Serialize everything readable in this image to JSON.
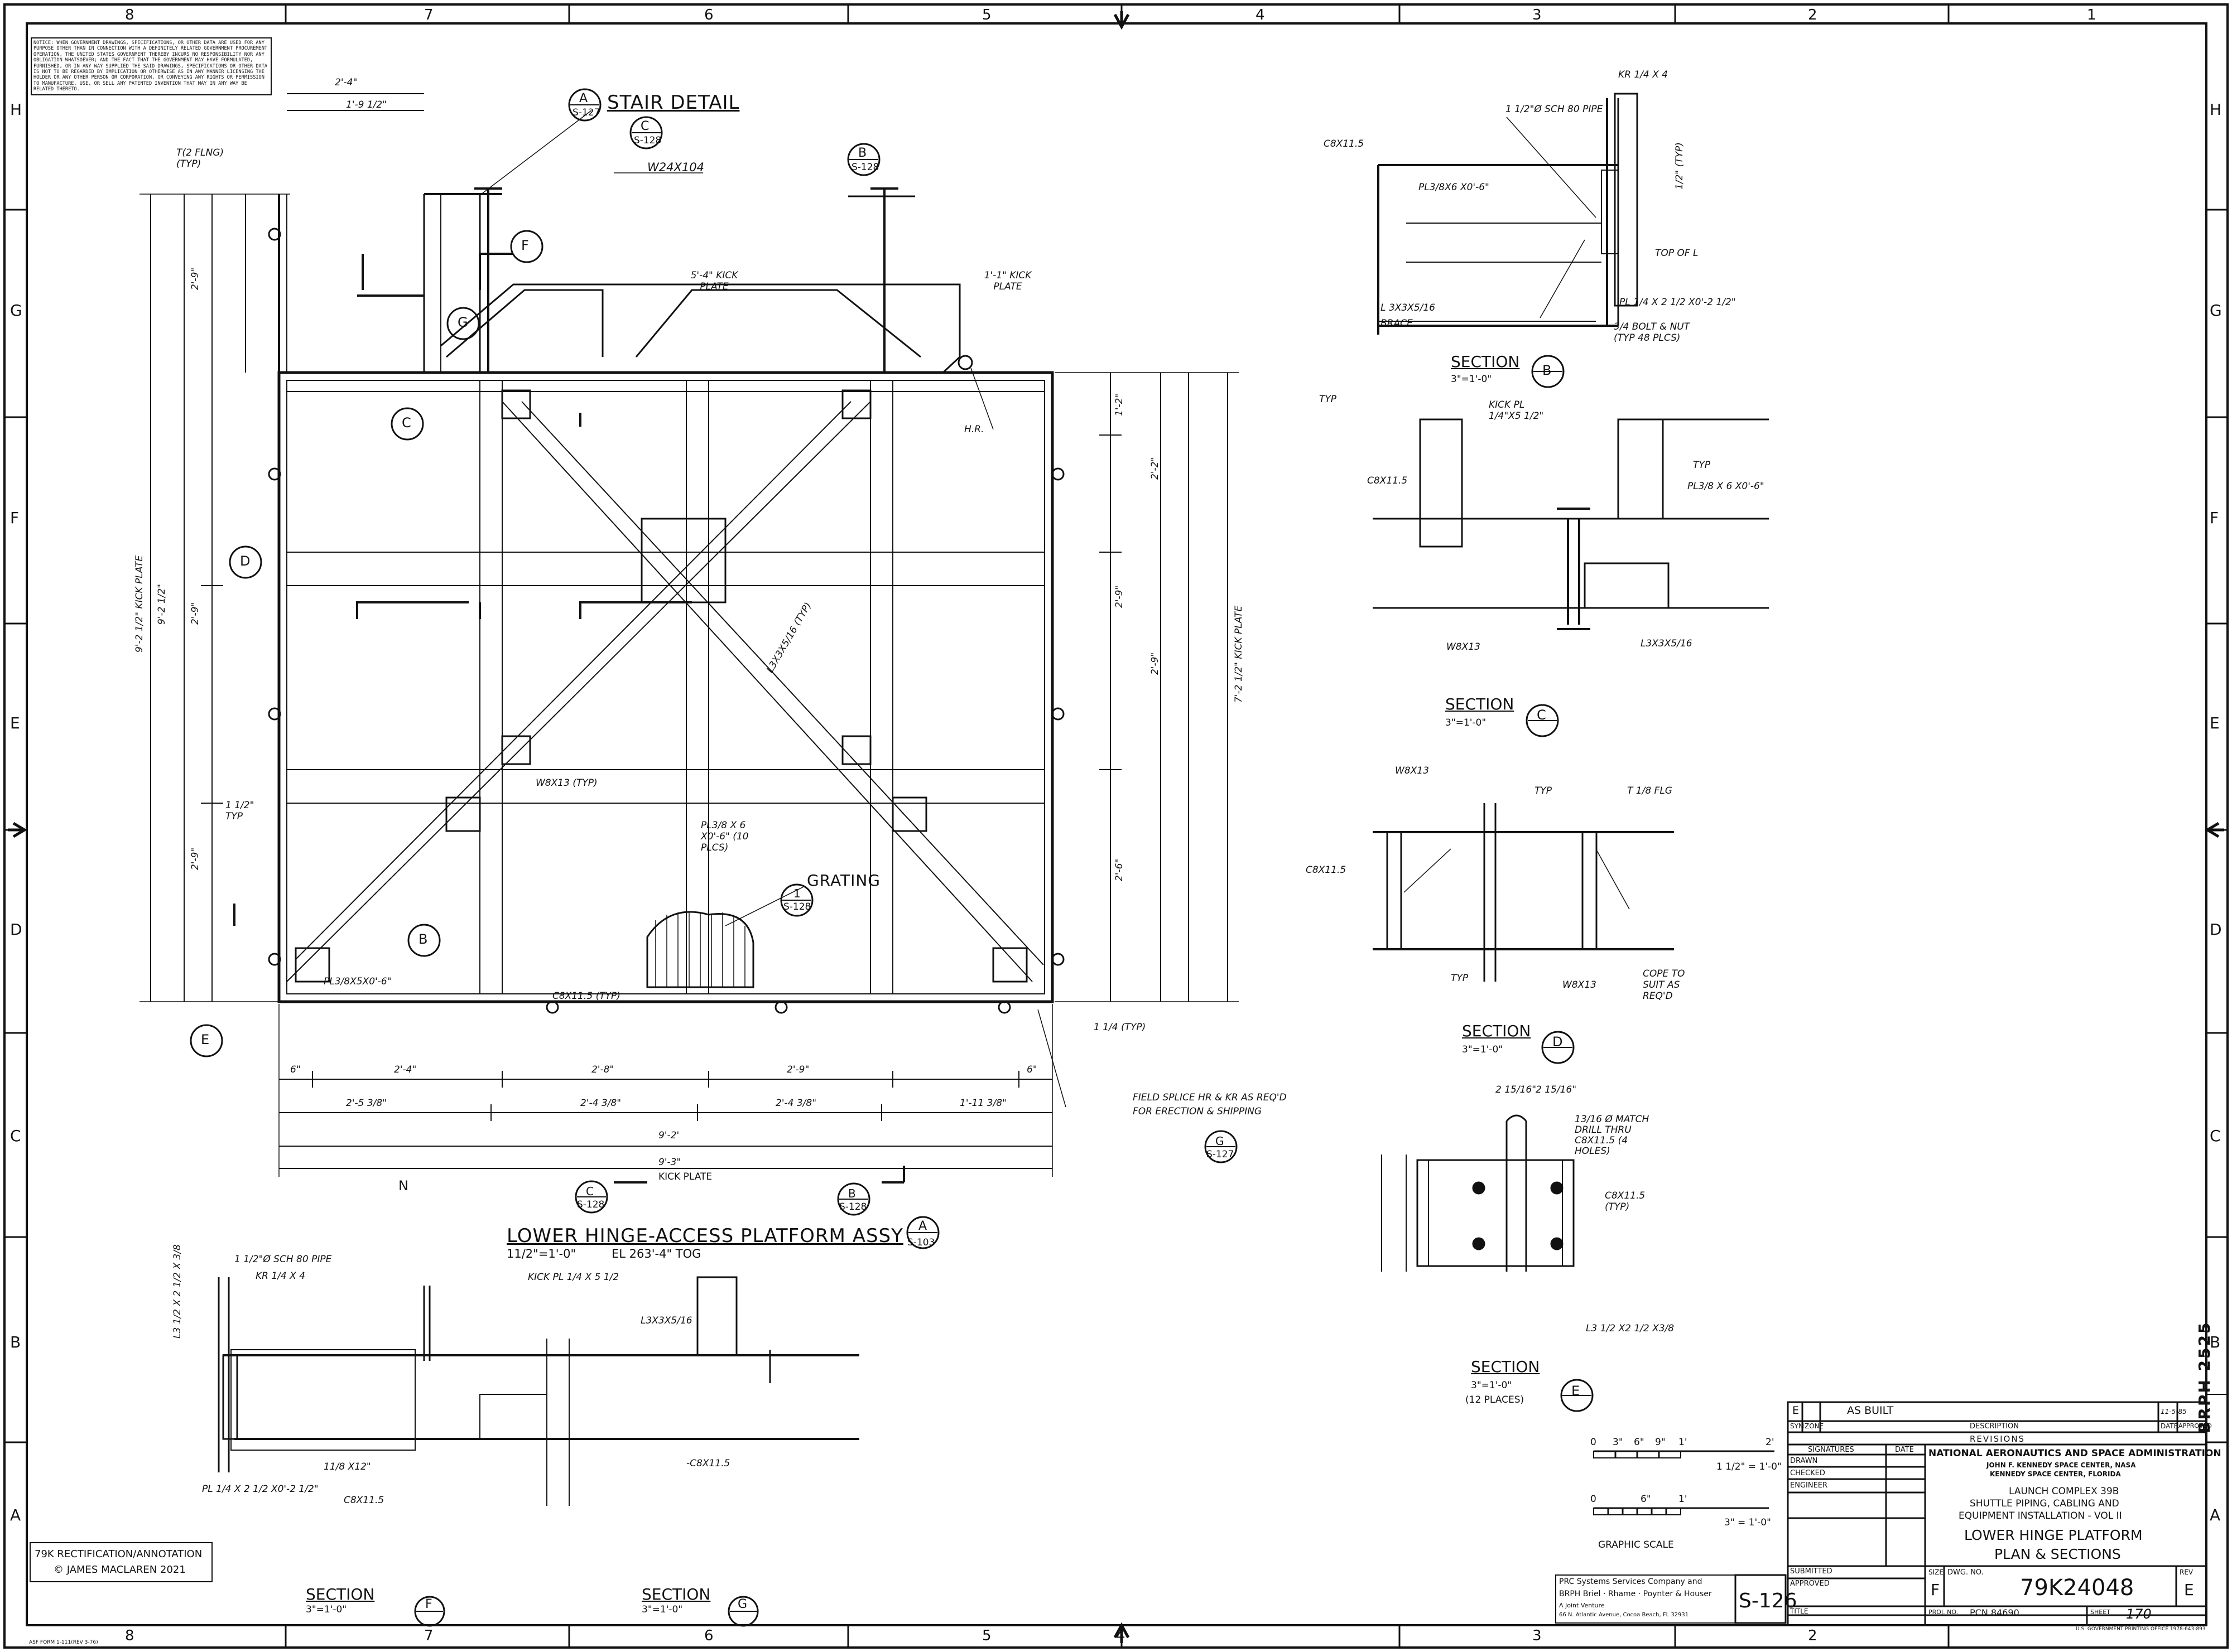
{
  "sheet": {
    "notice": "NOTICE: WHEN GOVERNMENT DRAWINGS, SPECIFICATIONS, OR OTHER DATA ARE USED FOR ANY PURPOSE OTHER THAN IN CONNECTION WITH A DEFINITELY RELATED GOVERNMENT PROCUREMENT OPERATION, THE UNITED STATES GOVERNMENT THEREBY INCURS NO RESPONSIBILITY NOR ANY OBLIGATION WHATSOEVER; AND THE FACT THAT THE GOVERNMENT MAY HAVE FORMULATED, FURNISHED, OR IN ANY WAY SUPPLIED THE SAID DRAWINGS, SPECIFICATIONS OR OTHER DATA IS NOT TO BE REGARDED BY IMPLICATION OR OTHERWISE AS IN ANY MANNER LICENSING THE HOLDER OR ANY OTHER PERSON OR CORPORATION, OR CONVEYING ANY RIGHTS OR PERMISSION TO MANUFACTURE, USE, OR SELL ANY PATENTED INVENTION THAT MAY IN ANY WAY BE RELATED THERETO.",
    "columns": [
      "8",
      "7",
      "6",
      "5",
      "4",
      "3",
      "2",
      "1"
    ],
    "rows": [
      "H",
      "G",
      "F",
      "E",
      "D",
      "C",
      "B",
      "A"
    ],
    "side_code": "BRPH 2525",
    "form_code": "ASF FORM 1-111(REV 3-76)",
    "gov_print": "U.S. GOVERNMENT PRINTING OFFICE 1978-643-893"
  },
  "plan": {
    "stair_detail": "STAIR DETAIL",
    "grating": "GRATING",
    "title": "LOWER HINGE-ACCESS PLATFORM ASSY",
    "scale": "11/2\"=1'-0\"",
    "elevation": "EL 263'-4\" TOG",
    "north": "N",
    "ref_title_letter": "A",
    "ref_title_sheet": "S-103",
    "ref_stair_letter": "A",
    "ref_stair_sheet": "S-127",
    "ref_grating_letter": "1",
    "ref_grating_sheet": "S-128",
    "ref_c_sheet": "S-128",
    "ref_b_sheet": "S-128",
    "ref_g_sheet": "S-127",
    "notes": {
      "w24": "W24X104",
      "t_flange": "T(2 FLNG) (TYP)",
      "kick_plate_top": "5'-4\" KICK PLATE",
      "kick_plate_right": "1'-1\" KICK PLATE",
      "hr": "H.R.",
      "w8_typ": "W8X13 (TYP)",
      "c8_typ": "C8X11.5 (TYP)",
      "l3": "L3X3X5/16 (TYP)",
      "pl_10": "PL3/8 X 6 X0'-6\" (10 PLCS)",
      "pl_b": "PL3/8X5X0'-6\"",
      "field_splice": "FIELD SPLICE HR & KR AS REQ'D FOR ERECTION & SHIPPING",
      "dim_1_1_4": "1 1/4 (TYP)",
      "dim_1_typ": "1 1/2\" TYP",
      "kick_plate_bottom": "KICK PLATE",
      "kick_plate_left": "9'-2 1/2\" KICK PLATE",
      "kick_plate_right_v": "7'-2 1/2\" KICK PLATE",
      "dim_2_4": "2'-4\"",
      "dim_1_9": "1'-9 1/2\""
    },
    "dims_bottom_1": [
      "6\"",
      "2'-4\"",
      "2'-8\"",
      "2'-9\"",
      "6\""
    ],
    "dims_bottom_2": [
      "2'-5 3/8\"",
      "2'-4 3/8\"",
      "2'-4 3/8\"",
      "1'-11 3/8\""
    ],
    "dim_overall_1": "9'-2'",
    "dim_overall_2": "9'-3\"",
    "dims_right": [
      "1'-2\"",
      "2'-2\"",
      "2'-9\"",
      "2'-9\"",
      "2'-6\""
    ],
    "dims_left": [
      "2'-9\"",
      "2'-9\"",
      "2'-9\""
    ],
    "dim_left_overall": "9'-2 1/2\""
  },
  "section_b": {
    "title": "SECTION",
    "letter": "B",
    "scale": "3\"=1'-0\"",
    "notes": [
      "1 1/2\"Ø SCH 80 PIPE",
      "KR 1/4 X 4",
      "C8X11.5",
      "PL3/8X6 X0'-6\"",
      "1/2\" (TYP)",
      "TOP OF L",
      "L 3X3X5/16",
      "BRACE",
      "PL 1/4 X 2 1/2 X0'-2 1/2\"",
      "3/4 BOLT & NUT (TYP 48 PLCS)"
    ]
  },
  "section_c": {
    "title": "SECTION",
    "letter": "C",
    "scale": "3\"=1'-0\"",
    "notes": [
      "TYP",
      "KICK PL 1/4\"X5 1/2\"",
      "TYP",
      "PL3/8 X 6 X0'-6\"",
      "C8X11.5",
      "W8X13",
      "L3X3X5/16"
    ]
  },
  "section_d": {
    "title": "SECTION",
    "letter": "D",
    "scale": "3\"=1'-0\"",
    "notes": [
      "W8X13",
      "TYP",
      "T 1/8 FLG",
      "C8X11.5",
      "TYP",
      "W8X13",
      "COPE TO SUIT AS REQ'D"
    ]
  },
  "section_e": {
    "title": "SECTION",
    "letter": "E",
    "scale": "3\"=1'-0\"",
    "places": "(12 PLACES)",
    "notes": [
      "13/16 Ø MATCH DRILL THRU C8X11.5 (4 HOLES)",
      "C8X11.5 (TYP)",
      "L3 1/2 X2 1/2 X3/8",
      "2 15/16\"",
      "2 15/16\""
    ]
  },
  "section_f": {
    "title": "SECTION",
    "letter": "F",
    "scale": "3\"=1'-0\"",
    "notes": [
      "1 1/2\"Ø SCH 80 PIPE",
      "KR 1/4 X 4",
      "L3 1/2 X 2 1/2 X 3/8",
      "KICK PL 1/4 X 5 1/2",
      "L3X3X5/16",
      "PL 1/4 X 2 1/2 X0'-2 1/2\"",
      "C8X11.5",
      "11/8 X12\"",
      "-C8X11.5"
    ]
  },
  "section_g": {
    "title": "SECTION",
    "letter": "G",
    "scale": "3\"=1'-0\""
  },
  "graphic_scale": {
    "label": "GRAPHIC SCALE",
    "ticks_1": [
      "0",
      "3\"",
      "6\"",
      "9\"",
      "1'",
      "2'"
    ],
    "scale_1": "1 1/2\" = 1'-0\"",
    "ticks_2": [
      "0",
      "6\"",
      "1'"
    ],
    "scale_2": "3\" = 1'-0\""
  },
  "title_block": {
    "rev_letter": "E",
    "rev_desc": "AS BUILT",
    "rev_date": "11-5-85",
    "hdr_sym": "SYM.",
    "hdr_zone": "ZONE",
    "hdr_desc": "DESCRIPTION",
    "hdr_date": "DATE",
    "hdr_approved": "APPROVED",
    "revisions": "REVISIONS",
    "signatures": "SIGNATURES",
    "date_hdr": "DATE",
    "drawn": "DRAWN",
    "checked": "CHECKED",
    "engineer": "ENGINEER",
    "submitted": "SUBMITTED",
    "approved": "APPROVED",
    "title_lbl": "TITLE",
    "agency": "NATIONAL AERONAUTICS AND SPACE ADMINISTRATION",
    "center1": "JOHN F. KENNEDY SPACE CENTER, NASA",
    "center2": "KENNEDY SPACE CENTER, FLORIDA",
    "project1": "LAUNCH COMPLEX 39B",
    "project2": "SHUTTLE PIPING, CABLING AND",
    "project3": "EQUIPMENT INSTALLATION - VOL II",
    "dwg_title1": "LOWER HINGE PLATFORM",
    "dwg_title2": "PLAN & SECTIONS",
    "size_lbl": "SIZE",
    "size": "F",
    "dwg_no_lbl": "DWG. NO.",
    "dwg_no": "79K24048",
    "rev_lbl": "REV",
    "rev": "E",
    "proj_no_lbl": "PROJ. NO.",
    "pcn": "PCN 84690",
    "sheet_lbl": "SHEET",
    "sheet": "170",
    "sheet_id": "S-126",
    "contractor1": "PRC Systems Services Company and",
    "contractor2": "BRPH Briel · Rhame · Poynter & Houser",
    "contractor3": "A Joint Venture",
    "contractor4": "66 N. Atlantic Avenue, Cocoa Beach, FL 32931"
  },
  "annotation": {
    "line1": "79K RECTIFICATION/ANNOTATION",
    "line2": "© JAMES MACLAREN 2021"
  }
}
